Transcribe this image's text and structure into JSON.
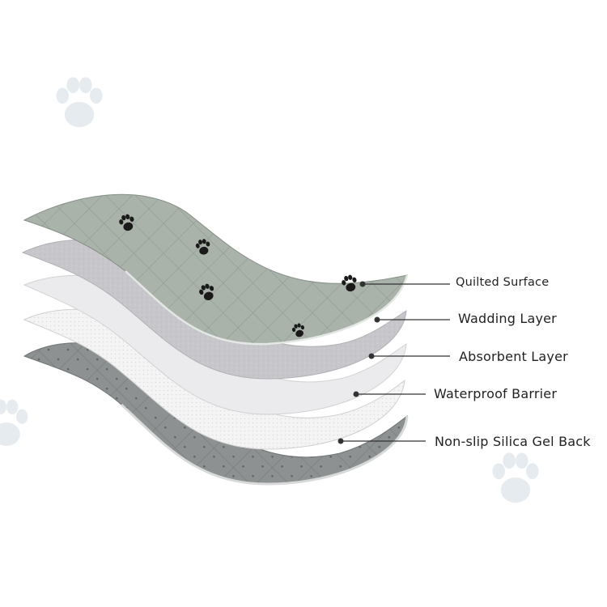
{
  "layers": [
    {
      "label": "Quilted Surface"
    },
    {
      "label": "Wadding Layer"
    },
    {
      "label": "Absorbent Layer"
    },
    {
      "label": "Waterproof Barrier"
    },
    {
      "label": "Non-slip Silica Gel Back"
    }
  ],
  "colors": {
    "quilted_surface": "#a9b3aa",
    "wadding_layer": "#c6c6ca",
    "absorbent_layer": "#e8e8ea",
    "waterproof_barrier": "#f3f3f3",
    "silica_back": "#8d9191",
    "callout_line": "#333333",
    "paw_background": "#e6ebef",
    "paw_print": "#1a1a1a"
  },
  "icons": {
    "background": "paw-print-icon",
    "surface": "paw-print-icon"
  }
}
